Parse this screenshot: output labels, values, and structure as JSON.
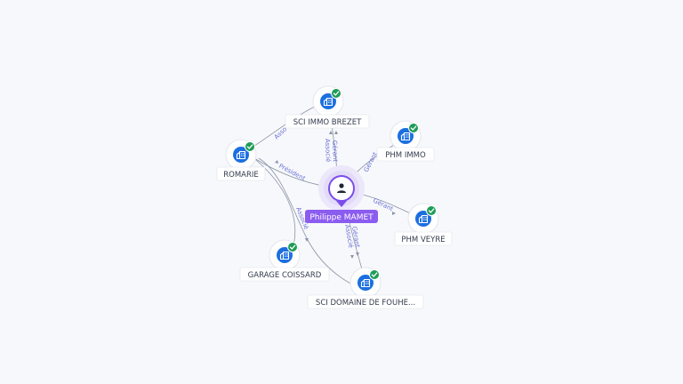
{
  "graph": {
    "center": {
      "label": "Philippe MAMET",
      "icon": "person-icon"
    },
    "companies": [
      {
        "id": "sci-immo-brezet",
        "label": "SCI IMMO BREZET",
        "icon": "building-icon",
        "verified": true
      },
      {
        "id": "phm-immo",
        "label": "PHM IMMO",
        "icon": "building-icon",
        "verified": true
      },
      {
        "id": "romarie",
        "label": "ROMARIE",
        "icon": "building-icon",
        "verified": true
      },
      {
        "id": "phm-veyre",
        "label": "PHM VEYRE",
        "icon": "building-icon",
        "verified": true
      },
      {
        "id": "garage-coissard",
        "label": "GARAGE COISSARD",
        "icon": "building-icon",
        "verified": true
      },
      {
        "id": "sci-domaine-de-fouhe",
        "label": "SCI DOMAINE DE FOUHE...",
        "icon": "building-icon",
        "verified": true
      }
    ],
    "edges": [
      {
        "from": "center",
        "to": "sci-immo-brezet",
        "labels": [
          "Gérant",
          "Associé"
        ]
      },
      {
        "from": "center",
        "to": "phm-immo",
        "labels": [
          "Gérant"
        ]
      },
      {
        "from": "center",
        "to": "romarie",
        "labels": [
          "Président"
        ]
      },
      {
        "from": "center",
        "to": "phm-veyre",
        "labels": [
          "Gérant"
        ]
      },
      {
        "from": "center",
        "to": "sci-domaine-de-fouhe",
        "labels": [
          "Gérant",
          "Associé"
        ]
      },
      {
        "from": "romarie",
        "to": "sci-immo-brezet",
        "labels": [
          "Asso"
        ]
      },
      {
        "from": "romarie",
        "to": "garage-coissard",
        "labels": [
          "Associé"
        ]
      },
      {
        "from": "romarie",
        "to": "sci-domaine-de-fouhe",
        "labels": []
      }
    ],
    "colors": {
      "company": "#1c6fe0",
      "verified": "#1f9c57",
      "person": "#7b4dea",
      "edge": "#8a93a8",
      "edge_label": "#6a72d6"
    }
  }
}
